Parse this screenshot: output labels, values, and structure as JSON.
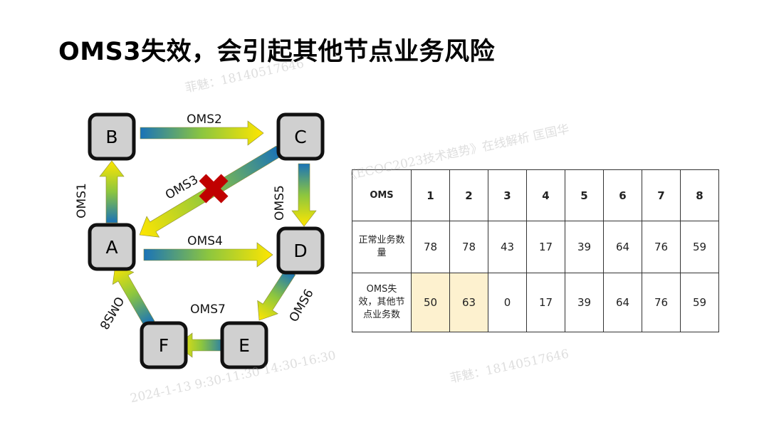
{
  "title": "OMS3失效，会引起其他节点业务风险",
  "diagram": {
    "nodes": [
      "A",
      "B",
      "C",
      "D",
      "E",
      "F"
    ],
    "links": [
      {
        "label": "OMS1",
        "from": "A",
        "to": "B"
      },
      {
        "label": "OMS2",
        "from": "B",
        "to": "C"
      },
      {
        "label": "OMS3",
        "from": "C",
        "to": "A",
        "failed": true
      },
      {
        "label": "OMS4",
        "from": "A",
        "to": "D"
      },
      {
        "label": "OMS5",
        "from": "C",
        "to": "D"
      },
      {
        "label": "OMS6",
        "from": "D",
        "to": "E"
      },
      {
        "label": "OMS7",
        "from": "E",
        "to": "F"
      },
      {
        "label": "OMS8",
        "from": "F",
        "to": "A"
      }
    ],
    "colors": {
      "gradient": [
        "#1a73b8",
        "#8cc63f",
        "#ffe600"
      ],
      "fail_mark": "#c00000",
      "node_fill": "#d0d0d0"
    }
  },
  "table": {
    "header": [
      "OMS",
      "1",
      "2",
      "3",
      "4",
      "5",
      "6",
      "7",
      "8"
    ],
    "rows": [
      {
        "label": "正常业务数量",
        "values": [
          "78",
          "78",
          "43",
          "17",
          "39",
          "64",
          "76",
          "59"
        ]
      },
      {
        "label": "OMS失效，其他节点业务数",
        "values": [
          "50",
          "63",
          "0",
          "17",
          "39",
          "64",
          "76",
          "59"
        ],
        "highlighted": [
          0,
          1
        ]
      }
    ]
  },
  "watermarks": [
    "菲魅：18140517646",
    "《ECOC2023技术趋势》在线解析 匡国华",
    "2024-1-13 9:30-11:30 14:30-16:30"
  ]
}
